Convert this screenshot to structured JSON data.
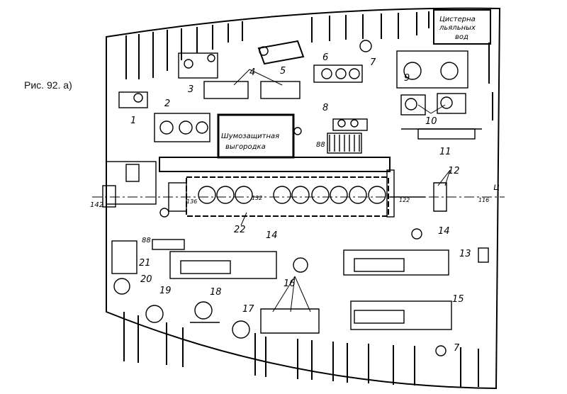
{
  "figure": {
    "caption": "Рис. 92. а)",
    "box_label_line1": "Цистерна",
    "box_label_line2": "льяльных",
    "box_label_line3": "вод",
    "booth_line1": "Шумозащитная",
    "booth_line2": "выгородка",
    "label_88": "88",
    "frames": {
      "f142": "142",
      "f136": "136",
      "f132": "132",
      "f122": "122",
      "f116": "116",
      "axis_mark": "ц"
    },
    "numbers": {
      "n1": "1",
      "n2": "2",
      "n3": "3",
      "n4": "4",
      "n5": "5",
      "n6": "6",
      "n7a": "7",
      "n7b": "7",
      "n8": "8",
      "n9": "9",
      "n10": "10",
      "n11": "11",
      "n12": "12",
      "n13": "13",
      "n14a": "14",
      "n14b": "14",
      "n15": "15",
      "n16": "16",
      "n17": "17",
      "n18": "18",
      "n19": "19",
      "n20": "20",
      "n21": "21",
      "n22": "22"
    },
    "colors": {
      "ink": "#000000",
      "paper": "#ffffff"
    }
  }
}
